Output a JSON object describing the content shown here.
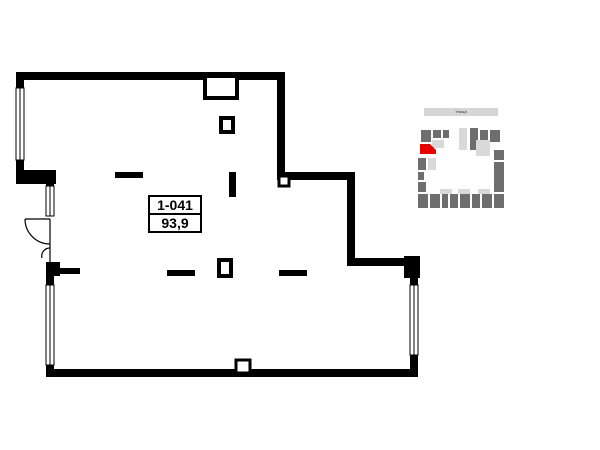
{
  "unit": {
    "number": "1-041",
    "area": "93,9"
  },
  "keyplan": {
    "street_label": "Улица",
    "highlight_color": "#e60000",
    "block_dark": "#6e6e6e",
    "block_light": "#d9d9d9"
  }
}
